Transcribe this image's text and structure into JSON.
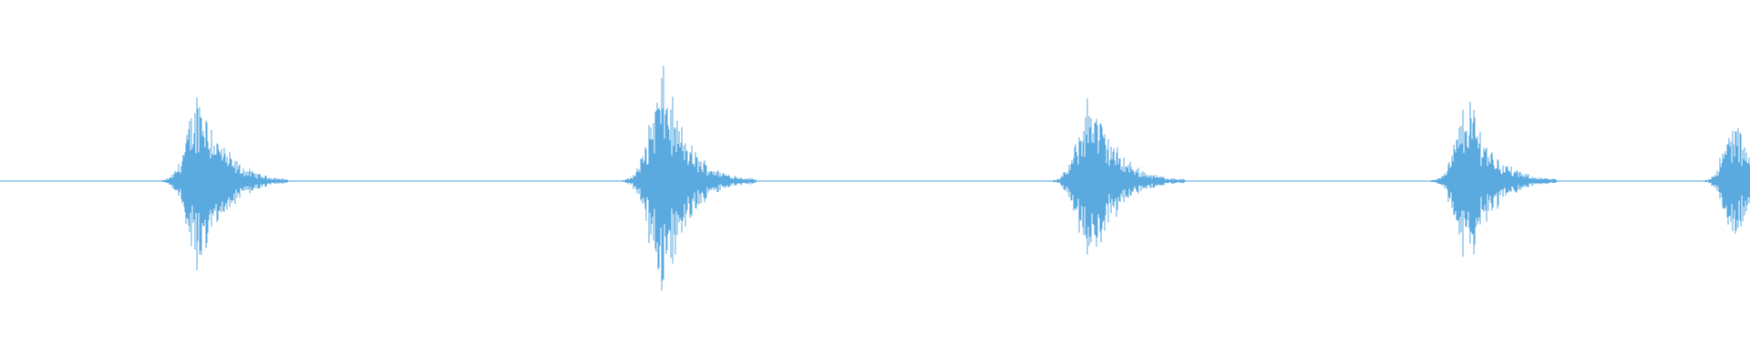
{
  "waveform": {
    "color": "#5aaae0",
    "bursts": [
      {
        "name": "burst-1",
        "peak_amplitude": 0.62,
        "center": 0.125
      },
      {
        "name": "burst-2",
        "peak_amplitude": 0.72,
        "center": 0.39
      },
      {
        "name": "burst-3",
        "peak_amplitude": 0.58,
        "center": 0.635
      },
      {
        "name": "burst-4",
        "peak_amplitude": 0.56,
        "center": 0.85
      },
      {
        "name": "burst-5",
        "peak_amplitude": 0.4,
        "center": 1.0
      }
    ]
  }
}
